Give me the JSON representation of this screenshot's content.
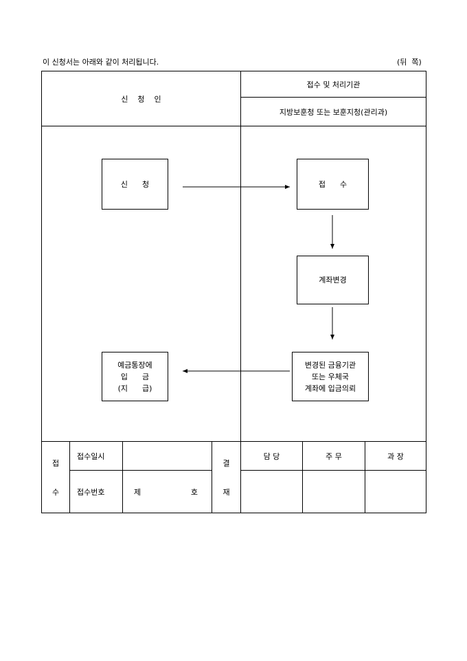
{
  "header": {
    "note": "이 신청서는 아래와 같이 처리됩니다.",
    "side": "(뒤  쪽)"
  },
  "columns": {
    "applicant": "신    청    인",
    "processor_title": "접수 및 처리기관",
    "processor_org": "지방보훈청 또는 보훈지청(관리과)"
  },
  "flow": {
    "apply": "신      청",
    "receive": "접      수",
    "account_change": "계좌변경",
    "request_lines": [
      "변경된 금융기관",
      "또는 우체국",
      "계좌에 입금의뢰"
    ],
    "deposit_lines": [
      "예금통장에",
      "입      금",
      "(지      급)"
    ]
  },
  "bottom": {
    "reception": [
      "접",
      "수"
    ],
    "reception_date": "접수일시",
    "reception_number": "접수번호",
    "number_prefix": "제",
    "number_suffix": "호",
    "approval": [
      "결",
      "재"
    ],
    "roles": [
      "담 당",
      "주 무",
      "과 장"
    ]
  }
}
